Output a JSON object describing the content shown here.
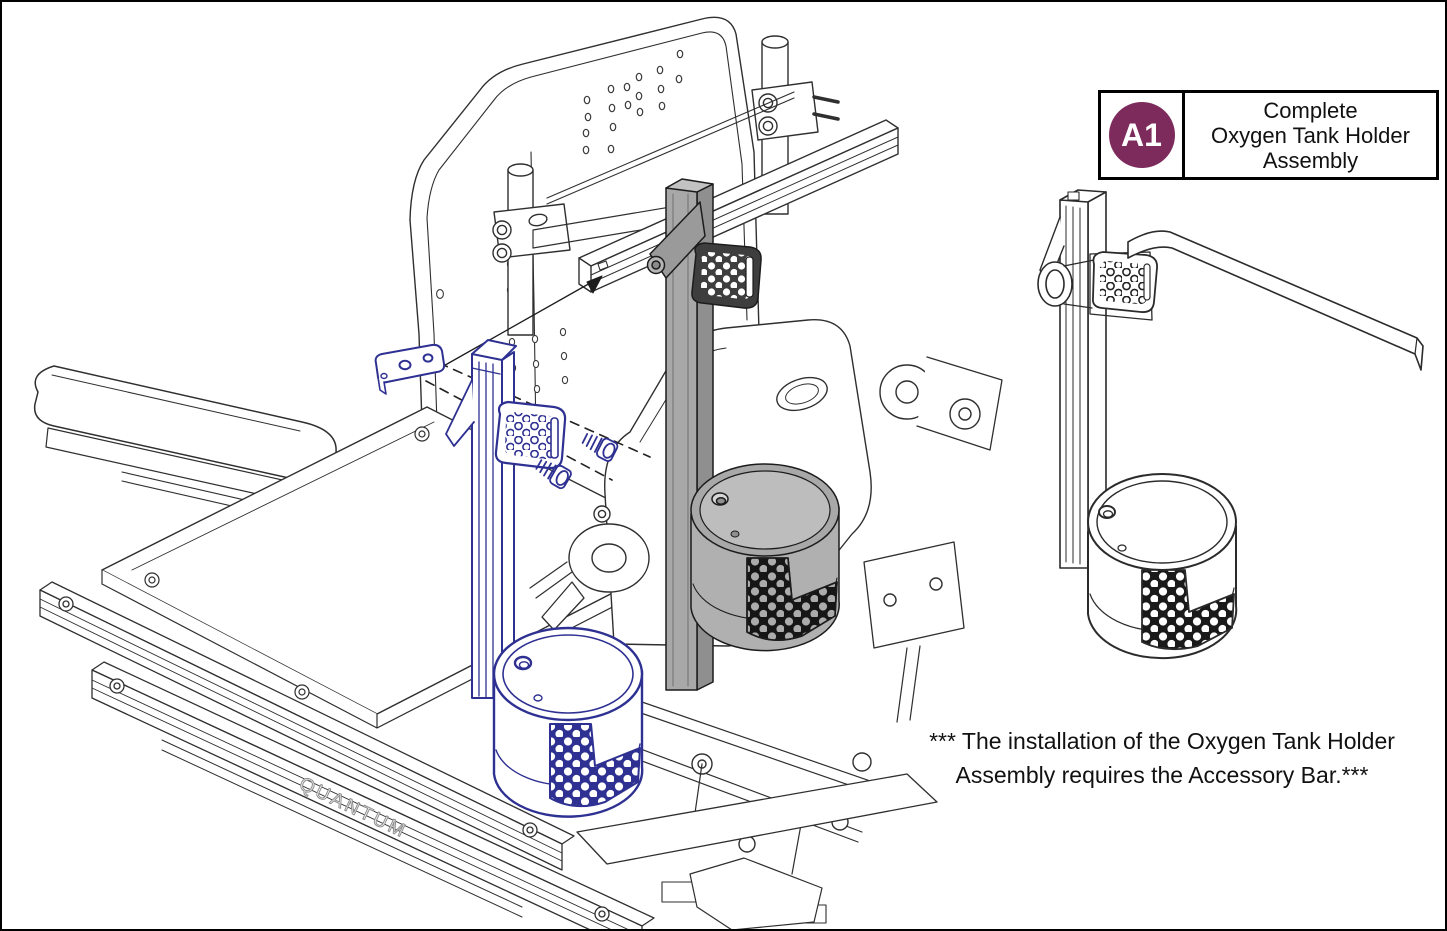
{
  "callout_box": {
    "id_badge": "A1",
    "badge_color": "#7D2B5C",
    "badge_text_color": "#FFFFFF",
    "title_lines": [
      "Complete",
      "Oxygen Tank Holder",
      "Assembly"
    ]
  },
  "note": {
    "line1": "*** The installation of the Oxygen Tank Holder",
    "line2": "Assembly requires the Accessory Bar.***"
  },
  "main_diagram": {
    "brand_embossed": "QUANTUM",
    "highlight_color": "#2E3192",
    "installed_part_color": "#A8A8A8",
    "line_color": "#2F2F2F",
    "parts": [
      {
        "name": "seat-back"
      },
      {
        "name": "back-posts"
      },
      {
        "name": "accessory-bar"
      },
      {
        "name": "armrest"
      },
      {
        "name": "seat-pan"
      },
      {
        "name": "base-rails"
      },
      {
        "name": "tilt-mechanism"
      },
      {
        "name": "oxygen-tank-holder-installed",
        "style": "gray-filled"
      },
      {
        "name": "oxygen-tank-holder-exploded",
        "style": "blue-highlight"
      },
      {
        "name": "mounting-plate",
        "style": "blue-highlight"
      },
      {
        "name": "mounting-screws",
        "count": 2,
        "style": "blue-highlight"
      },
      {
        "name": "tank-basket",
        "style": "blue-highlight"
      }
    ]
  },
  "side_diagram": {
    "parts": [
      {
        "name": "mount-rail"
      },
      {
        "name": "clamp-ring"
      },
      {
        "name": "honeycomb-strap"
      },
      {
        "name": "accessory-bar"
      },
      {
        "name": "tank-basket"
      }
    ]
  }
}
